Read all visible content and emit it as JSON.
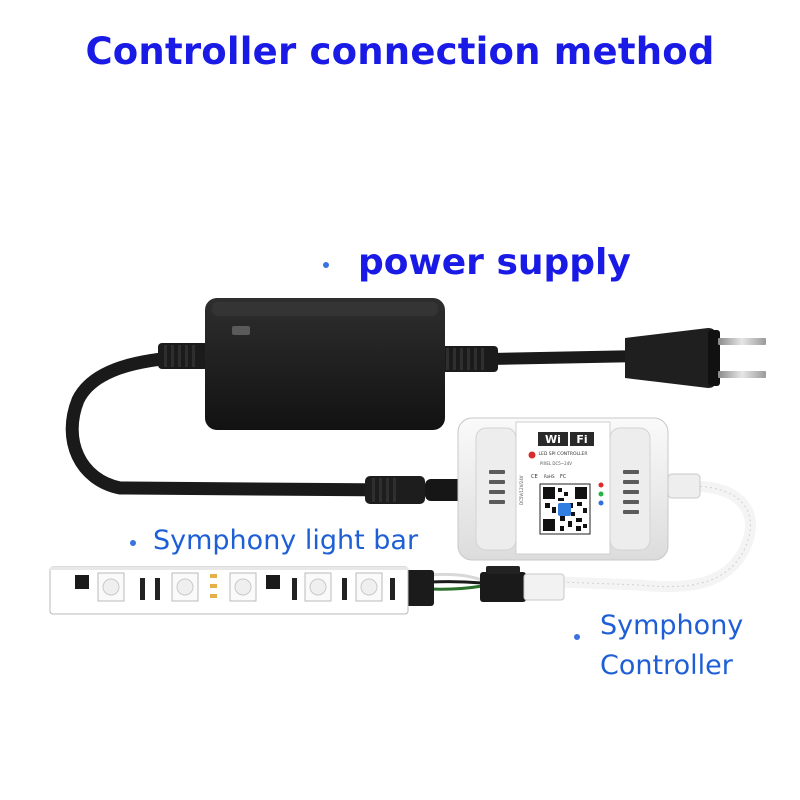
{
  "title": "Controller connection method",
  "labels": {
    "power_supply": "power supply",
    "light_bar": "Symphony light bar",
    "controller_line1": "Symphony",
    "controller_line2": "Controller"
  },
  "device": {
    "wifi_left": "Wi",
    "wifi_right": "Fi",
    "model": "LED SPI CONTROLLER",
    "spec": "PIXEL DC5~24V",
    "side": "DC5V/12V/24V",
    "marks": [
      "CE",
      "RoHS",
      "FC"
    ]
  },
  "colors": {
    "title": "#1a1ae6",
    "label": "#1f5fd6",
    "adapter": "#1e1e1e",
    "controller_body": "#f2f2f2",
    "strip_body": "#ffffff"
  }
}
